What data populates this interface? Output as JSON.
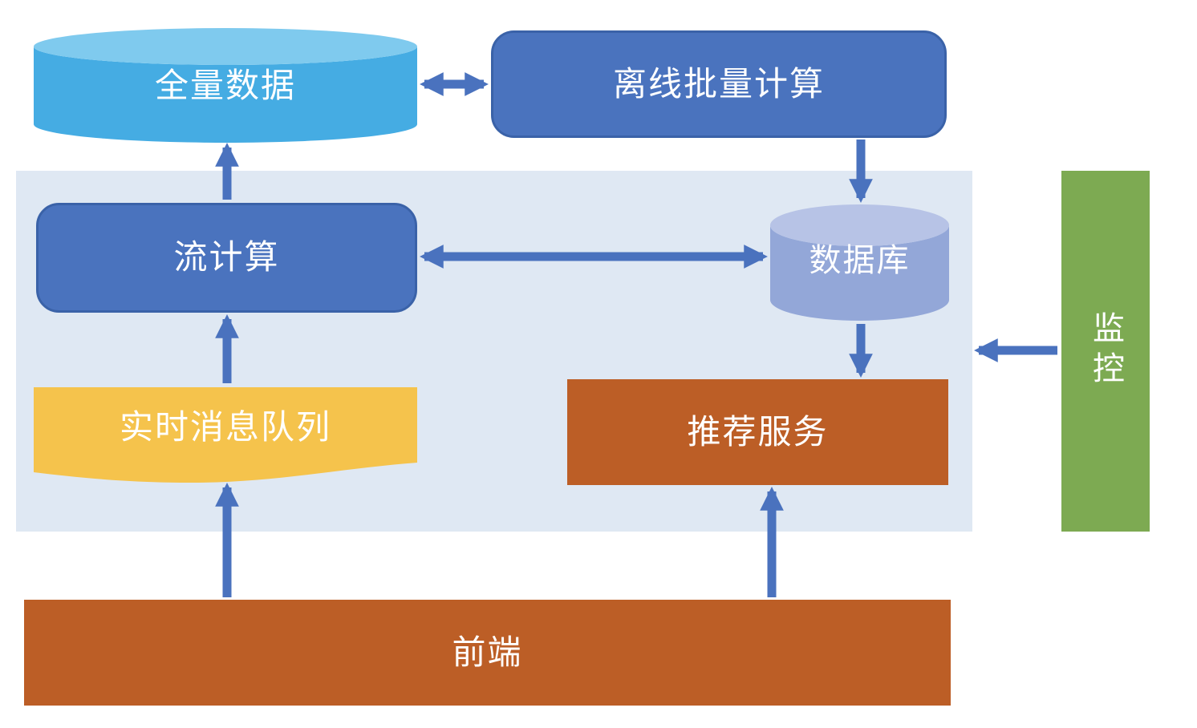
{
  "colors": {
    "arrow": "#4A72BE",
    "panel_bg": "#DFE8F3",
    "canvas_bg": "#FFFFFF",
    "label_text": "#FFFFFF"
  },
  "panel": {
    "name": "realtime-layer-panel",
    "fill": "#DFE8F3"
  },
  "nodes": {
    "full_data": {
      "label": "全量数据",
      "shape": "cylinder",
      "fill": "#45ACE3",
      "top_fill": "#7FCAEE"
    },
    "offline_batch": {
      "label": "离线批量计算",
      "shape": "rounded-rect",
      "fill": "#4A73BE",
      "stroke": "#3A62A8"
    },
    "stream_compute": {
      "label": "流计算",
      "shape": "rounded-rect",
      "fill": "#4A73BE",
      "stroke": "#3A62A8"
    },
    "database": {
      "label": "数据库",
      "shape": "cylinder",
      "fill": "#93A7D8",
      "top_fill": "#B7C3E6"
    },
    "realtime_queue": {
      "label": "实时消息队列",
      "shape": "wave",
      "fill": "#F5C34C"
    },
    "recommend_service": {
      "label": "推荐服务",
      "shape": "rect",
      "fill": "#BC5E26"
    },
    "monitor": {
      "label": "监控",
      "shape": "rect",
      "fill": "#7DAA52",
      "text_orientation": "vertical"
    },
    "frontend": {
      "label": "前端",
      "shape": "rect",
      "fill": "#BC5E26"
    }
  },
  "edges": [
    {
      "from": "full_data",
      "to": "offline_batch",
      "direction": "both"
    },
    {
      "from": "offline_batch",
      "to": "database",
      "direction": "down"
    },
    {
      "from": "stream_compute",
      "to": "full_data",
      "direction": "up"
    },
    {
      "from": "stream_compute",
      "to": "database",
      "direction": "both"
    },
    {
      "from": "realtime_queue",
      "to": "stream_compute",
      "direction": "up"
    },
    {
      "from": "database",
      "to": "recommend_service",
      "direction": "down"
    },
    {
      "from": "frontend",
      "to": "realtime_queue",
      "direction": "up"
    },
    {
      "from": "frontend",
      "to": "recommend_service",
      "direction": "up"
    },
    {
      "from": "monitor",
      "to": "realtime-layer-panel",
      "direction": "left"
    }
  ]
}
